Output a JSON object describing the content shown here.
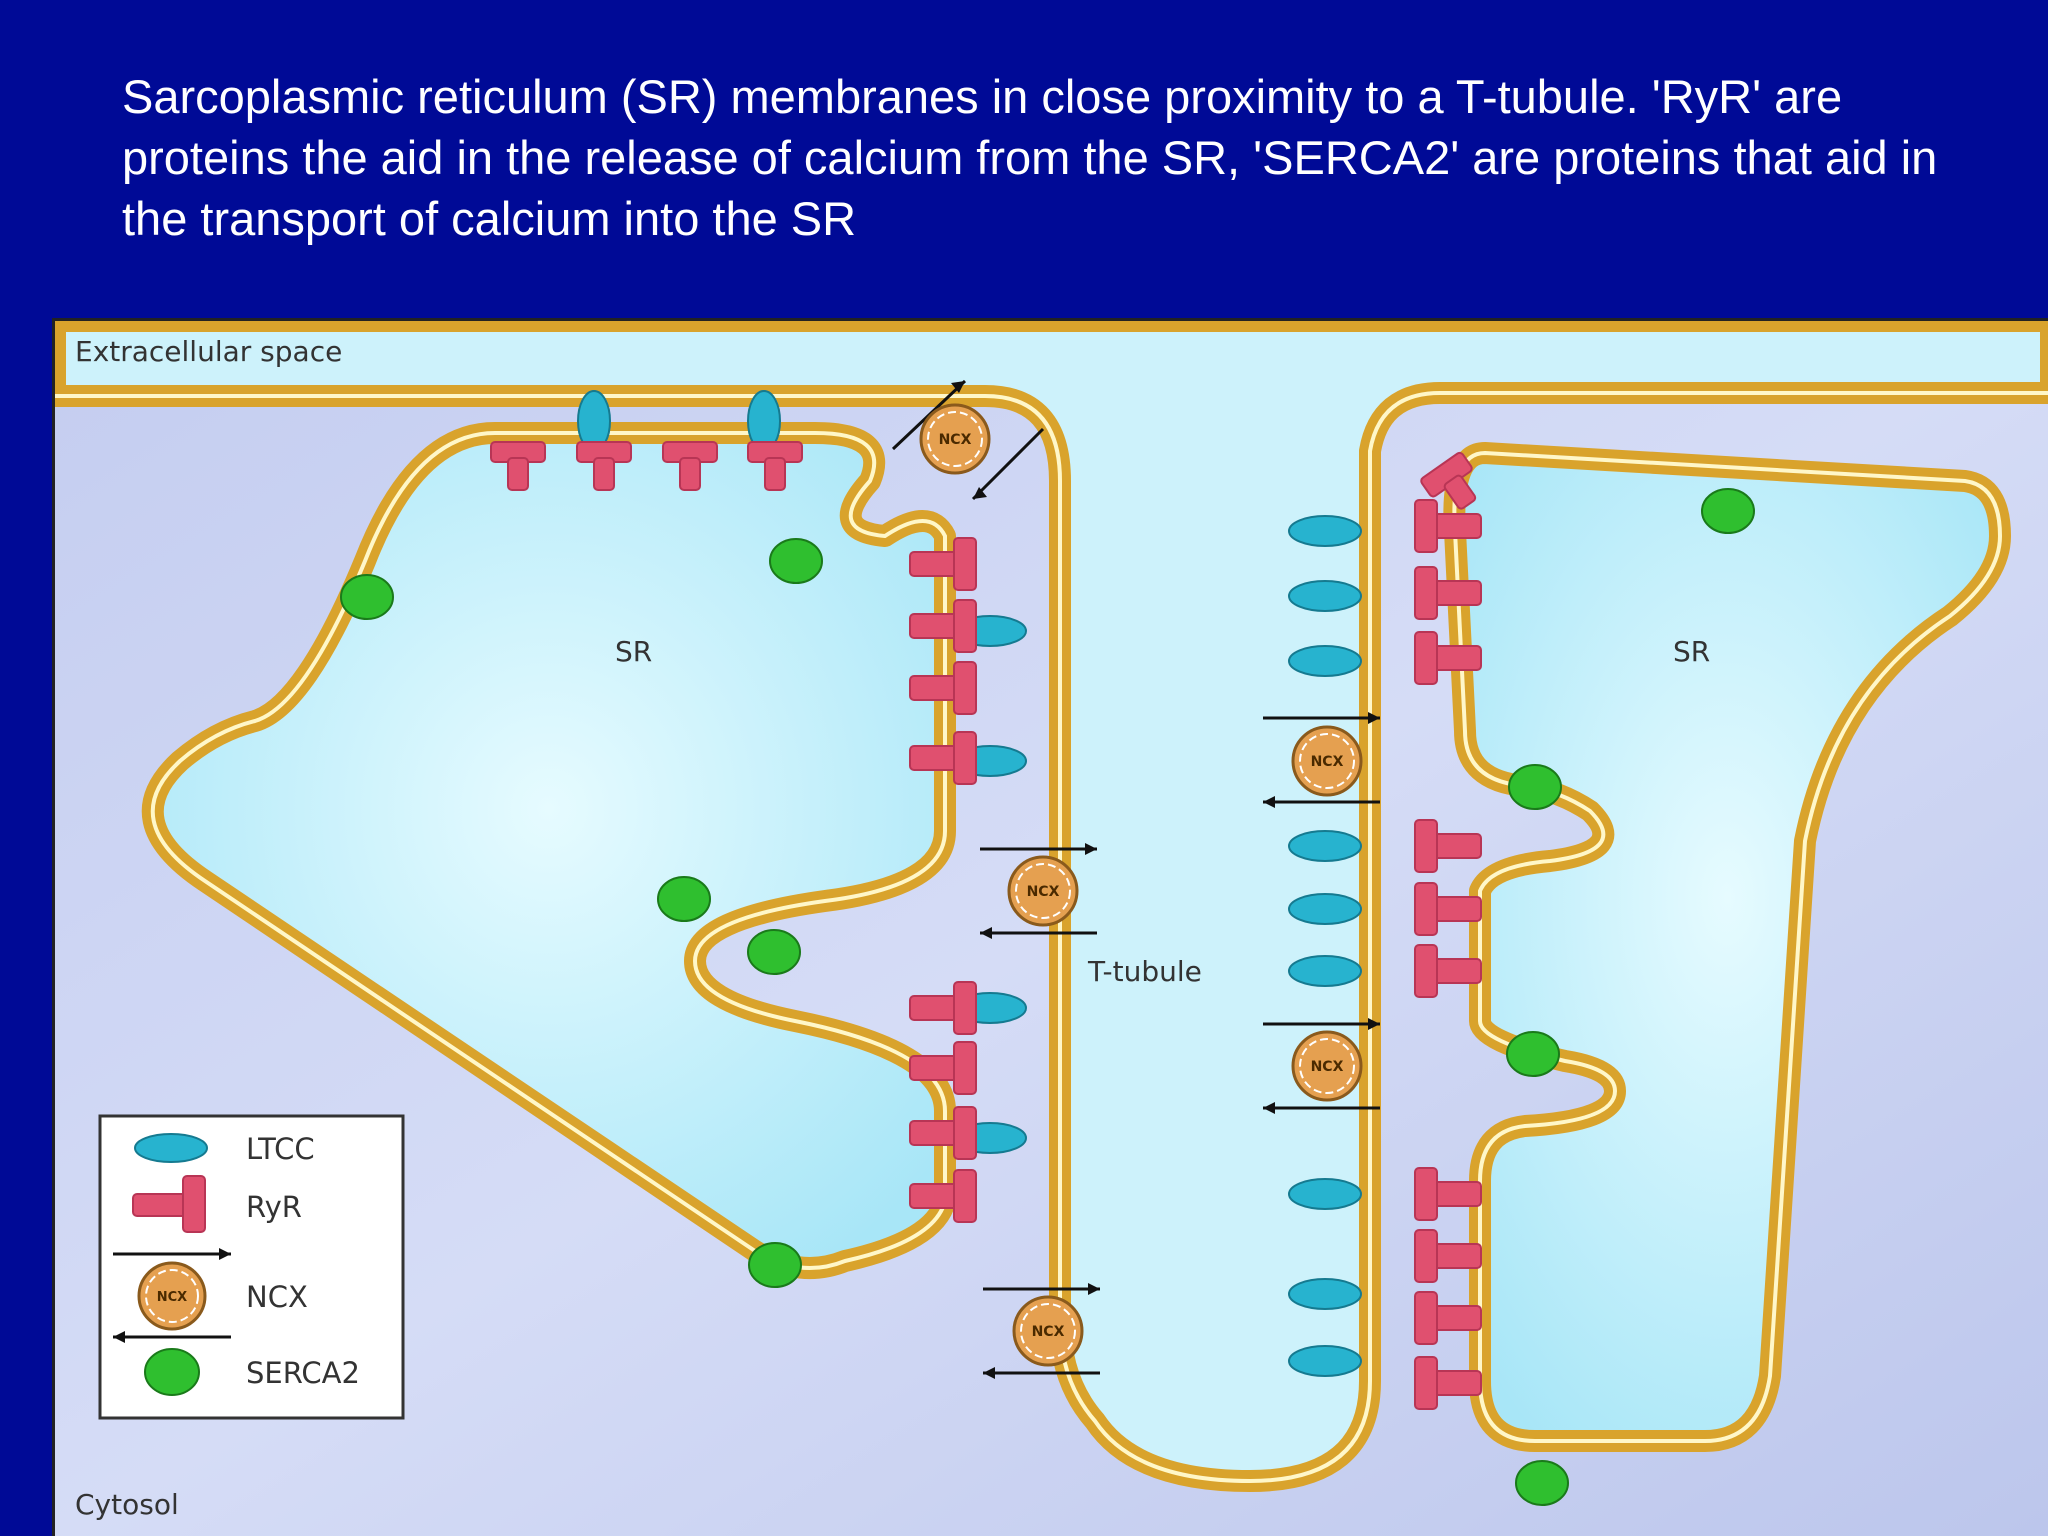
{
  "title": "Sarcoplasmic reticulum (SR) membranes in close proximity to a T-tubule. 'RyR' are proteins the aid in the release of calcium from the SR, 'SERCA2' are proteins that aid in the transport of calcium into the SR",
  "diagram": {
    "region_extracellular": "Extracellular space",
    "region_cytosol": "Cytosol",
    "sr_left_label": "SR",
    "sr_right_label": "SR",
    "ttubule_label": "T-tubule",
    "ncx_mark": "NCX"
  },
  "legend": {
    "items": [
      {
        "icon": "ltcc-icon",
        "label": "LTCC"
      },
      {
        "icon": "ryr-icon",
        "label": "RyR"
      },
      {
        "icon": "ncx-icon",
        "label": "NCX"
      },
      {
        "icon": "serca2-icon",
        "label": "SERCA2"
      }
    ]
  },
  "colors": {
    "background": "#000a96",
    "membrane": "#d9a32c",
    "sr_lumen": "#cdf2fb",
    "ltcc": "#27b3cf",
    "ryr": "#e0506f",
    "ncx": "#e5a050",
    "serca2": "#2fbf2f"
  }
}
